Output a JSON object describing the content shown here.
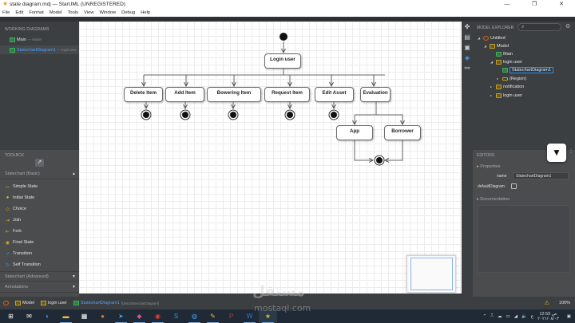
{
  "window": {
    "title": "state diagram.mdj — StarUML (UNREGISTERED)",
    "controls": [
      "—",
      "❐",
      "✕"
    ]
  },
  "menu": [
    "File",
    "Edit",
    "Format",
    "Model",
    "Tools",
    "View",
    "Window",
    "Debug",
    "Help"
  ],
  "working_diagrams": {
    "title": "WORKING DIAGRAMS",
    "items": [
      {
        "label": "Main",
        "sub": "— Model",
        "active": false
      },
      {
        "label": "StatechartDiagram1",
        "sub": "— login user",
        "active": true
      }
    ]
  },
  "toolbox": {
    "title": "TOOLBOX",
    "section_basic": "Statechart (Basic)",
    "items": [
      {
        "label": "Simple State",
        "icon": "simple-state-icon"
      },
      {
        "label": "Initial State",
        "icon": "initial-state-icon"
      },
      {
        "label": "Choice",
        "icon": "choice-icon"
      },
      {
        "label": "Join",
        "icon": "join-icon"
      },
      {
        "label": "Fork",
        "icon": "fork-icon"
      },
      {
        "label": "Final State",
        "icon": "final-state-icon"
      },
      {
        "label": "Transition",
        "icon": "transition-icon"
      },
      {
        "label": "Self Transition",
        "icon": "self-transition-icon"
      }
    ],
    "section_advanced": "Statechart (Advanced)",
    "section_annotations": "Annotations"
  },
  "diagram": {
    "states": {
      "login": "Login user",
      "delete": "Delete Item",
      "add": "Add Item",
      "bowering": "Bowering Item",
      "request": "Request Item",
      "edit": "Edit Asset",
      "evaluation": "Evaluation",
      "app": "App",
      "borrower": "Borrower"
    }
  },
  "model_explorer": {
    "title": "MODEL EXPLORER",
    "tree": [
      {
        "label": "Untitled"
      },
      {
        "label": "Model"
      },
      {
        "label": "Main"
      },
      {
        "label": "login user"
      },
      {
        "label": "StatechartDiagram1"
      },
      {
        "label": "(Region)"
      },
      {
        "label": "notification"
      },
      {
        "label": "login user"
      }
    ]
  },
  "editors": {
    "title": "EDITORS",
    "properties_label": "Properties",
    "name_label": "name",
    "name_value": "StatechartDiagram1",
    "default_diagram_label": "defaultDiagram",
    "default_diagram_checked": false,
    "documentation_label": "Documentation"
  },
  "statusbar": {
    "items": [
      {
        "label": "Model"
      },
      {
        "label": "login user"
      },
      {
        "label": "StatechartDiagram1",
        "type": "[UMLStatechartDiagram]"
      }
    ],
    "zoom": "100%"
  },
  "taskbar": {
    "time": "12:59 ص",
    "date": "٢٠٢١/٠٨/٠٣",
    "lang": "ع"
  },
  "watermark": {
    "arabic": "مستقل",
    "latin": "mostaql.com"
  }
}
